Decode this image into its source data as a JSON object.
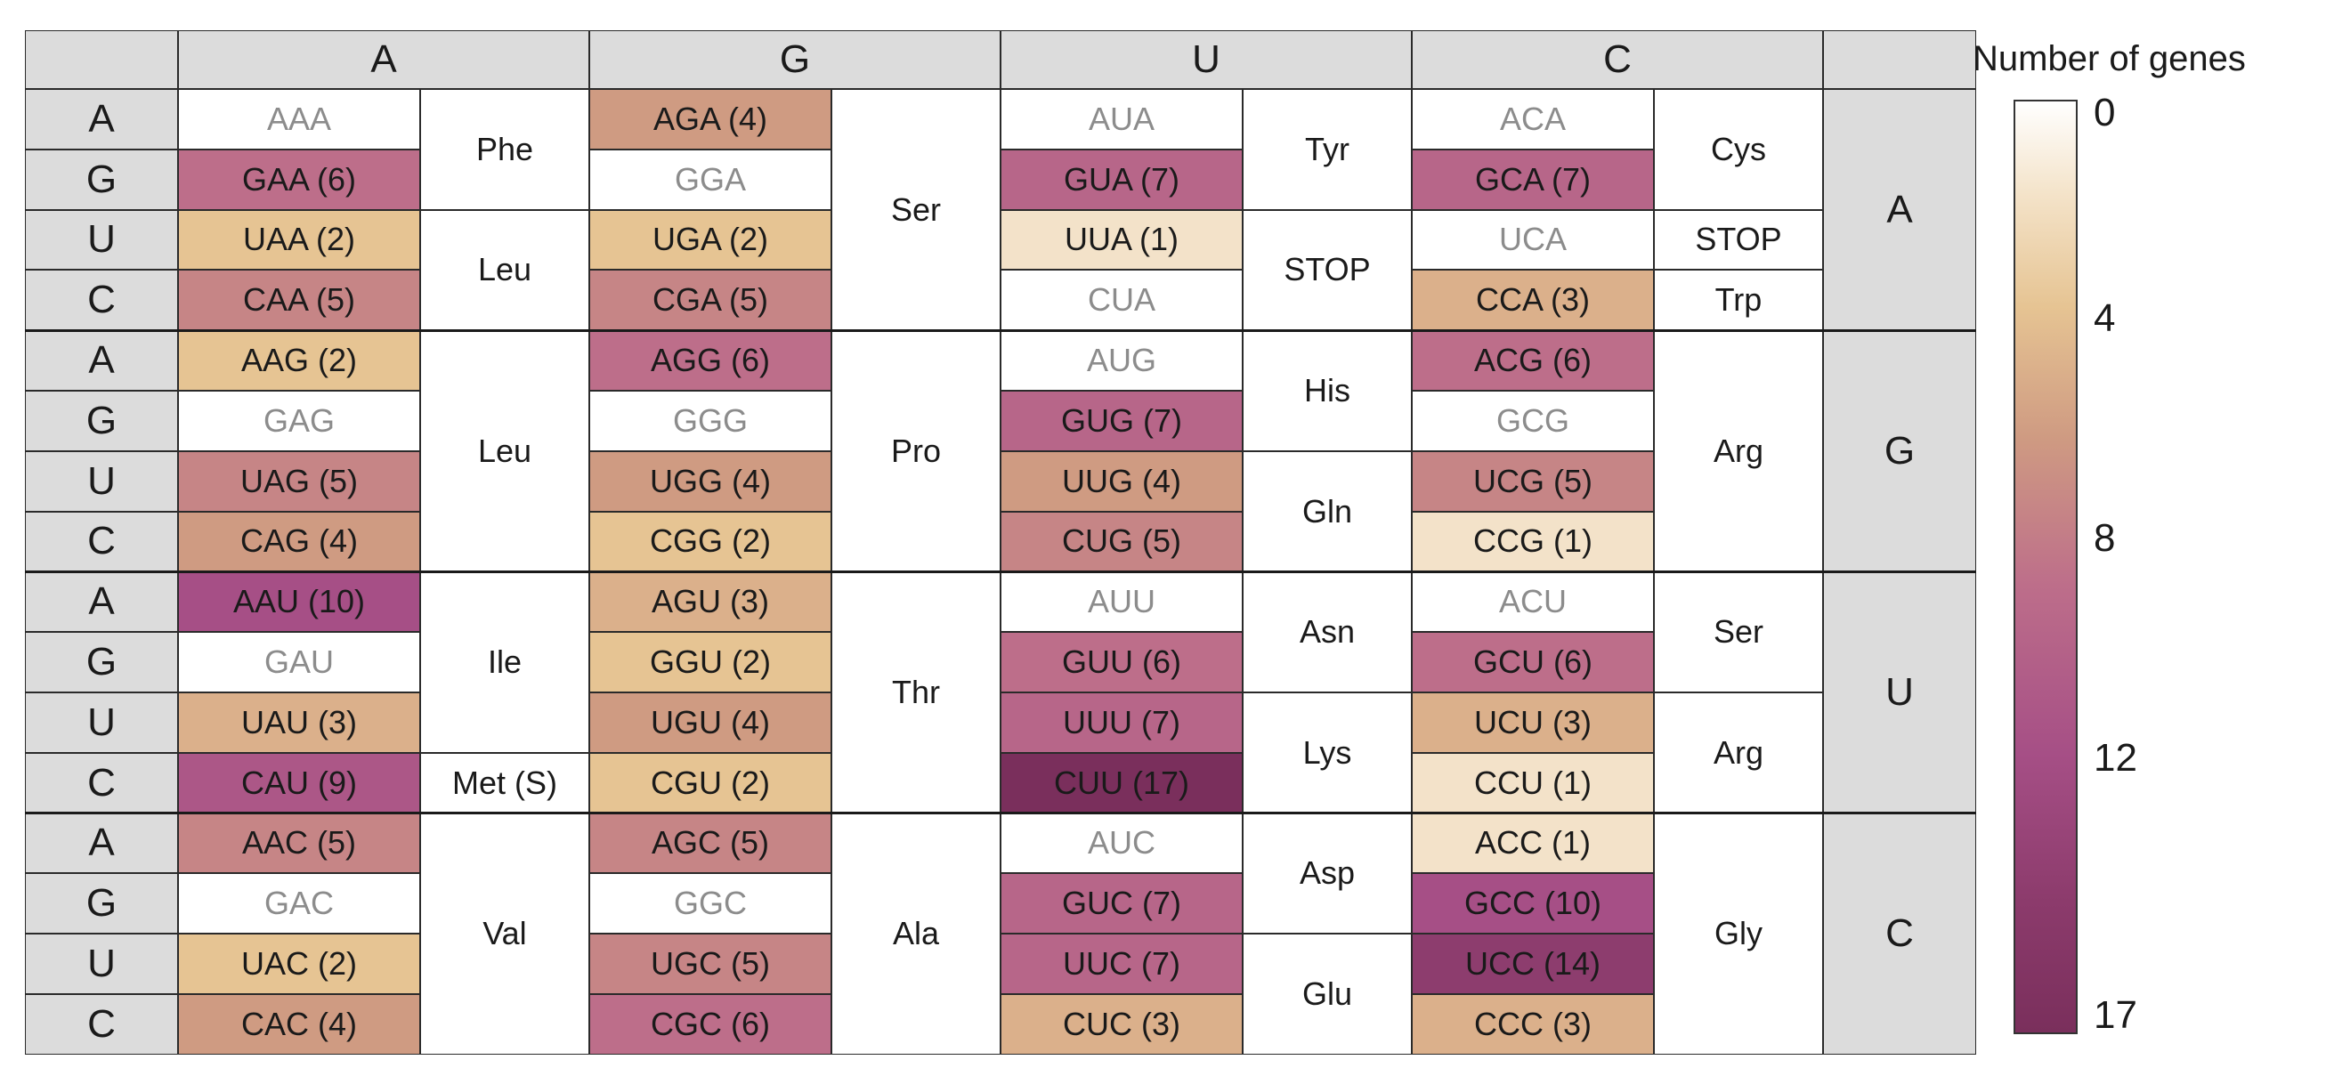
{
  "chart_data": {
    "type": "heatmap",
    "description_free": true,
    "column_headers": [
      "A",
      "G",
      "U",
      "C"
    ],
    "row_groups": [
      "A",
      "G",
      "U",
      "C"
    ],
    "row_labels": [
      "A",
      "G",
      "U",
      "C",
      "A",
      "G",
      "U",
      "C",
      "A",
      "G",
      "U",
      "C",
      "A",
      "G",
      "U",
      "C"
    ],
    "colorbar": {
      "title": "Number of genes",
      "ticks": [
        "0",
        "4",
        "8",
        "12",
        "17"
      ],
      "tick_values": [
        0,
        4,
        8,
        12,
        17
      ],
      "min": 0,
      "max": 17,
      "colors": [
        "#ffffff",
        "#e6c493",
        "#cf9b82",
        "#bd6e8a",
        "#a64f86",
        "#7a2f5c"
      ]
    },
    "codons": [
      [
        "AAA",
        "AGA (4)",
        "AUA",
        "ACA"
      ],
      [
        "GAA (6)",
        "GGA",
        "GUA (7)",
        "GCA (7)"
      ],
      [
        "UAA (2)",
        "UGA (2)",
        "UUA (1)",
        "UCA"
      ],
      [
        "CAA (5)",
        "CGA (5)",
        "CUA",
        "CCA (3)"
      ],
      [
        "AAG (2)",
        "AGG (6)",
        "AUG",
        "ACG (6)"
      ],
      [
        "GAG",
        "GGG",
        "GUG (7)",
        "GCG"
      ],
      [
        "UAG (5)",
        "UGG (4)",
        "UUG (4)",
        "UCG (5)"
      ],
      [
        "CAG (4)",
        "CGG (2)",
        "CUG (5)",
        "CCG (1)"
      ],
      [
        "AAU (10)",
        "AGU (3)",
        "AUU",
        "ACU"
      ],
      [
        "GAU",
        "GGU (2)",
        "GUU (6)",
        "GCU (6)"
      ],
      [
        "UAU (3)",
        "UGU (4)",
        "UUU (7)",
        "UCU (3)"
      ],
      [
        "CAU (9)",
        "CGU (2)",
        "CUU (17)",
        "CCU (1)"
      ],
      [
        "AAC (5)",
        "AGC (5)",
        "AUC",
        "ACC (1)"
      ],
      [
        "GAC",
        "GGC",
        "GUC (7)",
        "GCC (10)"
      ],
      [
        "UAC (2)",
        "UGC (5)",
        "UUC (7)",
        "UCC (14)"
      ],
      [
        "CAC (4)",
        "CGC (6)",
        "CUC (3)",
        "CCC (3)"
      ]
    ],
    "counts": [
      [
        0,
        4,
        0,
        0
      ],
      [
        6,
        0,
        7,
        7
      ],
      [
        2,
        2,
        1,
        0
      ],
      [
        5,
        5,
        0,
        3
      ],
      [
        2,
        6,
        0,
        6
      ],
      [
        0,
        0,
        7,
        0
      ],
      [
        5,
        4,
        4,
        5
      ],
      [
        4,
        2,
        5,
        1
      ],
      [
        10,
        3,
        0,
        0
      ],
      [
        0,
        2,
        6,
        6
      ],
      [
        3,
        4,
        7,
        3
      ],
      [
        9,
        2,
        17,
        1
      ],
      [
        5,
        5,
        0,
        1
      ],
      [
        0,
        0,
        7,
        10
      ],
      [
        2,
        5,
        7,
        14
      ],
      [
        4,
        6,
        3,
        3
      ]
    ],
    "amino_acids": [
      [
        {
          "label": "Phe",
          "start": 0,
          "span": 2
        },
        {
          "label": "Leu",
          "start": 2,
          "span": 2
        },
        {
          "label": "Leu",
          "start": 4,
          "span": 4
        },
        {
          "label": "Ile",
          "start": 8,
          "span": 3
        },
        {
          "label": "Met (S)",
          "start": 11,
          "span": 1
        },
        {
          "label": "Val",
          "start": 12,
          "span": 4
        }
      ],
      [
        {
          "label": "Ser",
          "start": 0,
          "span": 4
        },
        {
          "label": "Pro",
          "start": 4,
          "span": 4
        },
        {
          "label": "Thr",
          "start": 8,
          "span": 4
        },
        {
          "label": "Ala",
          "start": 12,
          "span": 4
        }
      ],
      [
        {
          "label": "Tyr",
          "start": 0,
          "span": 2
        },
        {
          "label": "STOP",
          "start": 2,
          "span": 2
        },
        {
          "label": "His",
          "start": 4,
          "span": 2
        },
        {
          "label": "Gln",
          "start": 6,
          "span": 2
        },
        {
          "label": "Asn",
          "start": 8,
          "span": 2
        },
        {
          "label": "Lys",
          "start": 10,
          "span": 2
        },
        {
          "label": "Asp",
          "start": 12,
          "span": 2
        },
        {
          "label": "Glu",
          "start": 14,
          "span": 2
        }
      ],
      [
        {
          "label": "Cys",
          "start": 0,
          "span": 2
        },
        {
          "label": "STOP",
          "start": 2,
          "span": 1
        },
        {
          "label": "Trp",
          "start": 3,
          "span": 1
        },
        {
          "label": "Arg",
          "start": 4,
          "span": 4
        },
        {
          "label": "Ser",
          "start": 8,
          "span": 2
        },
        {
          "label": "Arg",
          "start": 10,
          "span": 2
        },
        {
          "label": "Gly",
          "start": 12,
          "span": 4
        }
      ]
    ],
    "styles": {
      "header_fill": "#dcdcdc",
      "zero_text_color": "#8c8c8c",
      "text_color": "#1a1a1a"
    }
  }
}
